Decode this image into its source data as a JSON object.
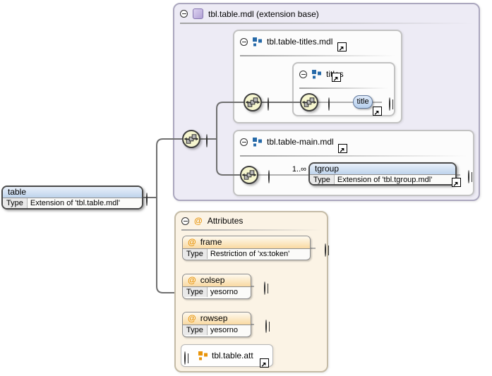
{
  "root_element": {
    "name": "table",
    "type_key": "Type",
    "type_value": "Extension of 'tbl.table.mdl'"
  },
  "extension_base": {
    "label": "tbl.table.mdl (extension base)"
  },
  "titles_group": {
    "label": "tbl.table-titles.mdl"
  },
  "titles_element": {
    "label": "titles"
  },
  "title_element": {
    "label": "title"
  },
  "main_group": {
    "label": "tbl.table-main.mdl"
  },
  "tgroup_element": {
    "cardinality": "1..∞",
    "name": "tgroup",
    "type_key": "Type",
    "type_value": "Extension of 'tbl.tgroup.mdl'"
  },
  "attributes_section": {
    "label": "Attributes",
    "at_glyph": "@",
    "items": [
      {
        "at_glyph": "@",
        "name": "frame",
        "type_key": "Type",
        "type_value": "Restriction of 'xs:token'"
      },
      {
        "at_glyph": "@",
        "name": "colsep",
        "type_key": "Type",
        "type_value": "yesorno"
      },
      {
        "at_glyph": "@",
        "name": "rowsep",
        "type_key": "Type",
        "type_value": "yesorno"
      }
    ],
    "attribute_group": {
      "label": "tbl.table.att"
    }
  },
  "colors": {
    "element_header_top": "#e9f0fa",
    "element_header_bottom": "#bed3ec",
    "extension_base_fill": "#edebf5",
    "attributes_fill": "#fbf3e5",
    "attr_header_bottom": "#f9d9a2",
    "group_icon_blue": "#2569a8",
    "attr_icon_orange": "#e8940a",
    "sequence_fill": "#f6f6cf"
  }
}
